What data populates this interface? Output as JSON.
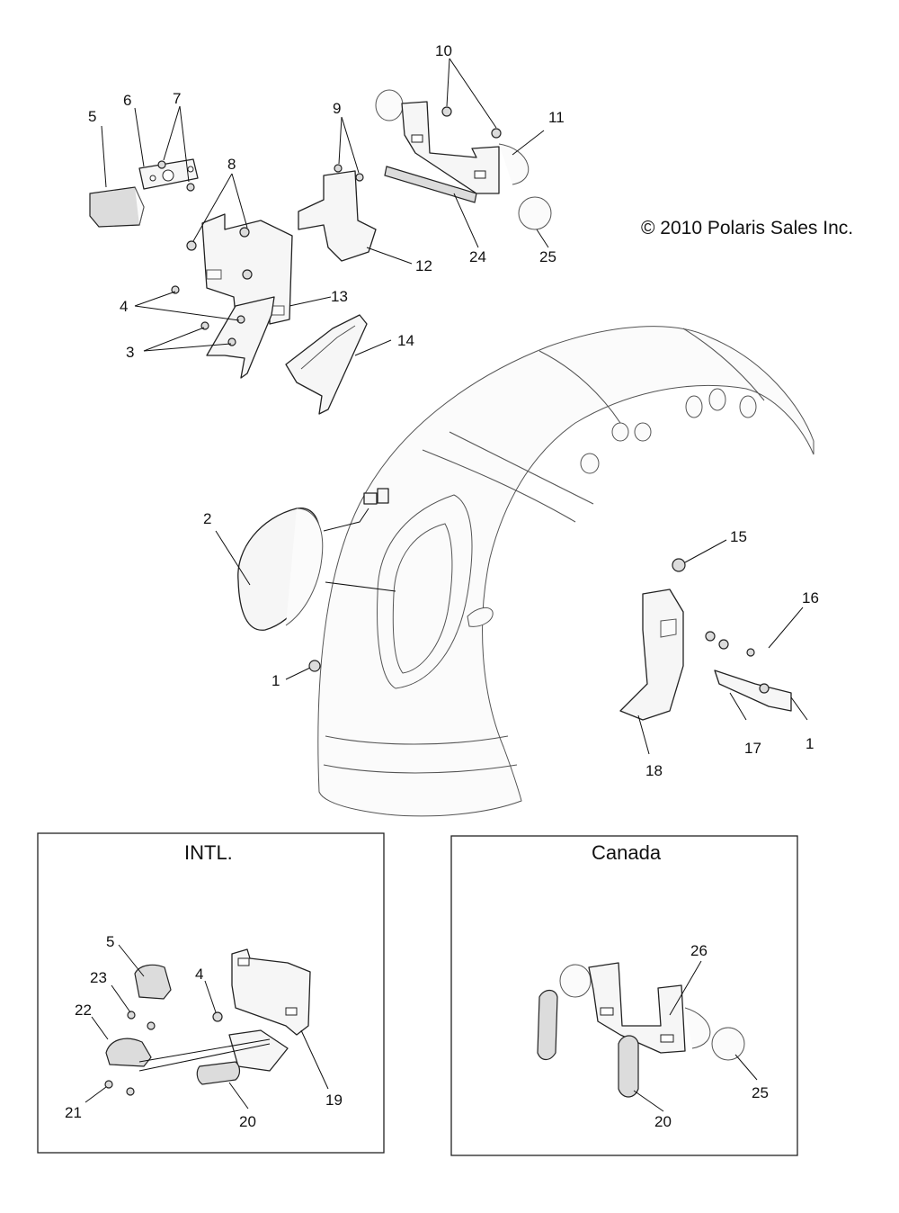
{
  "copyright": "© 2010 Polaris Sales Inc.",
  "insets": {
    "intl": {
      "title": "INTL."
    },
    "canada": {
      "title": "Canada"
    }
  },
  "callouts": {
    "c1a": "1",
    "c1b": "1",
    "c2": "2",
    "c3": "3",
    "c4a": "4",
    "c4b": "4",
    "c5a": "5",
    "c5b": "5",
    "c6": "6",
    "c7": "7",
    "c8": "8",
    "c9": "9",
    "c10": "10",
    "c11": "11",
    "c12": "12",
    "c13": "13",
    "c14": "14",
    "c15": "15",
    "c16": "16",
    "c17": "17",
    "c18": "18",
    "c19": "19",
    "c20a": "20",
    "c20b": "20",
    "c21": "21",
    "c22": "22",
    "c23": "23",
    "c24": "24",
    "c25a": "25",
    "c25b": "25",
    "c26": "26"
  }
}
